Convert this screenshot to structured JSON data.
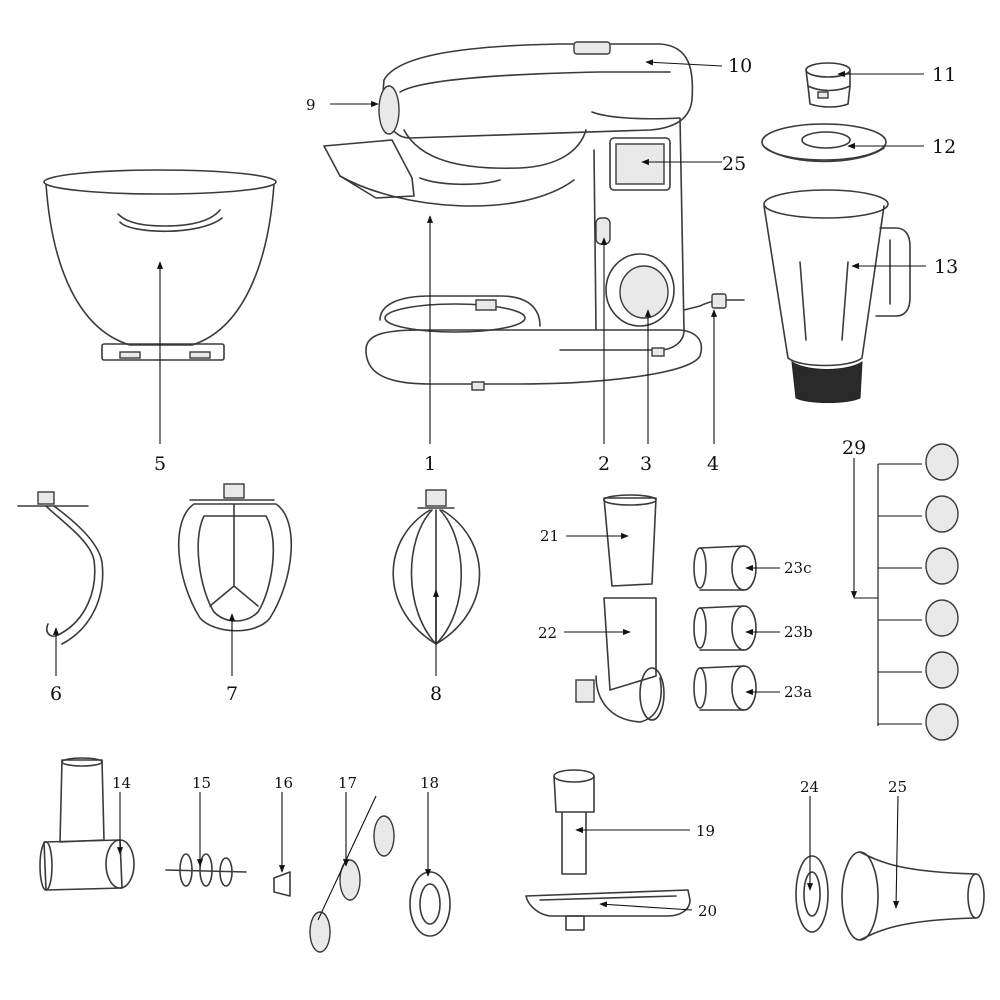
{
  "labels": {
    "l1": "1",
    "l2": "2",
    "l3": "3",
    "l4": "4",
    "l5": "5",
    "l6": "6",
    "l7": "7",
    "l8": "8",
    "l9": "9",
    "l10": "10",
    "l11": "11",
    "l12": "12",
    "l13": "13",
    "l14": "14",
    "l15": "15",
    "l16": "16",
    "l17": "17",
    "l18": "18",
    "l19": "19",
    "l20": "20",
    "l21": "21",
    "l22": "22",
    "l23a": "23a",
    "l23b": "23b",
    "l23c": "23c",
    "l24": "24",
    "l25a": "25",
    "l25b": "25",
    "l29": "29"
  }
}
